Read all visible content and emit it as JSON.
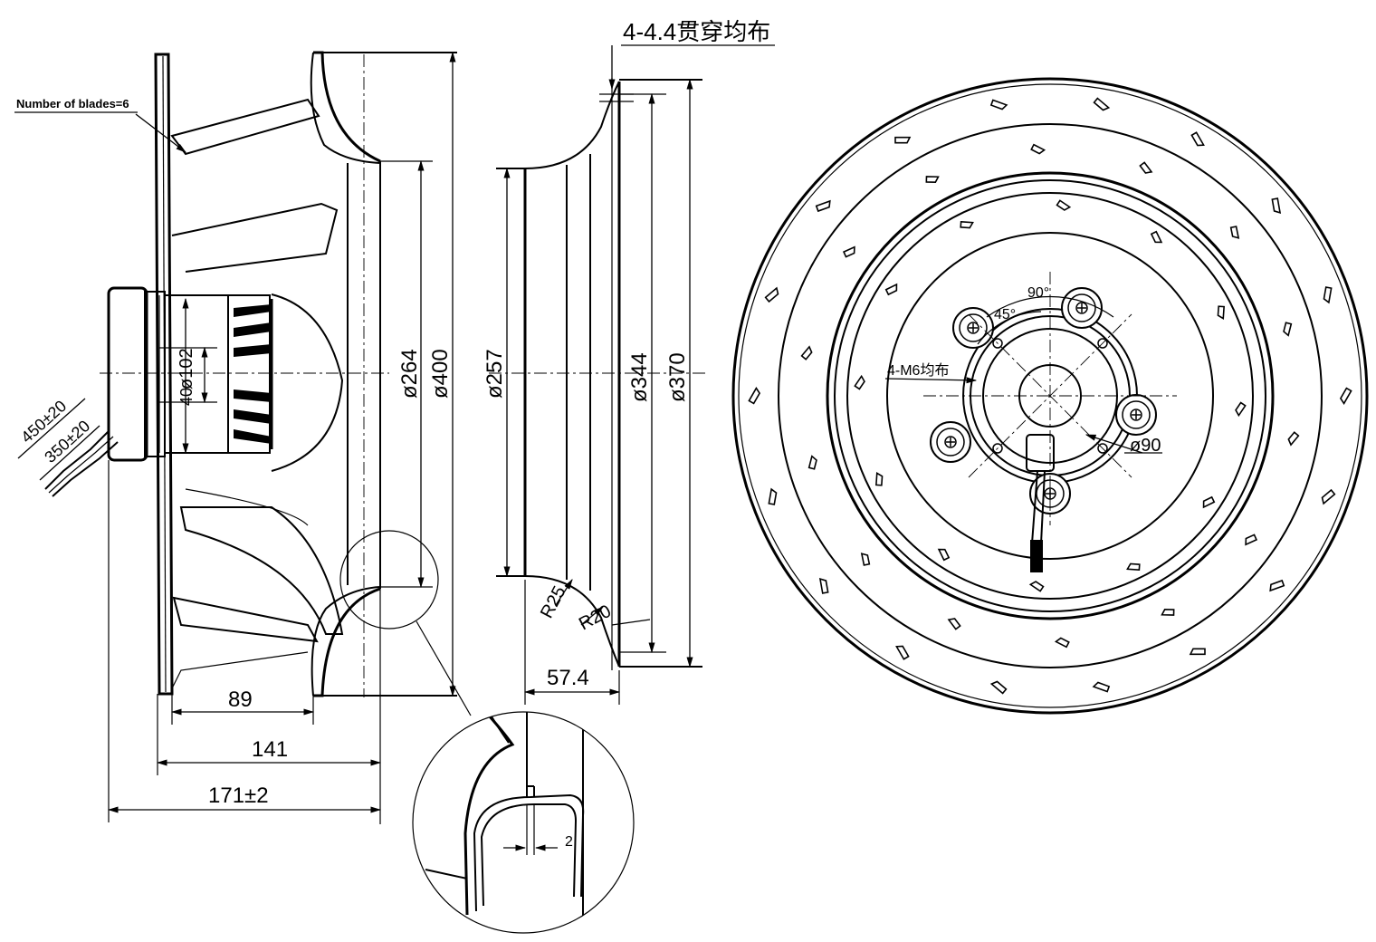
{
  "annotations": {
    "blades": "Number of blades=6",
    "holes": "4-4.4贯穿均布",
    "screws": "4-M6均布",
    "angle_90": "90°",
    "angle_45": "45°"
  },
  "dimensions": {
    "d102": "ø102",
    "d40": "40",
    "d264": "ø264",
    "d400": "ø400",
    "d257": "ø257",
    "d344": "ø344",
    "d370": "ø370",
    "d90": "ø90",
    "r25": "R25",
    "r20": "R20",
    "w89": "89",
    "w141": "141",
    "w171": "171±2",
    "w57": "57.4",
    "gap2": "2",
    "cable450": "450±20",
    "cable350": "350±20"
  }
}
